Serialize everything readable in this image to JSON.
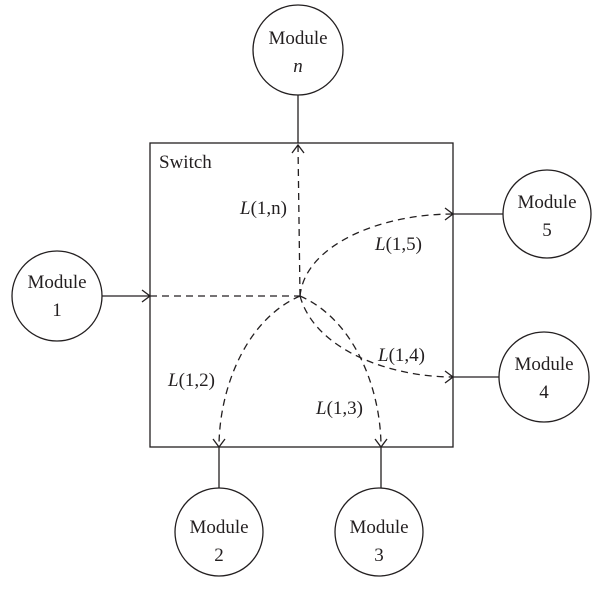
{
  "switch": {
    "label": "Switch"
  },
  "modules": [
    {
      "id": "1",
      "line1": "Module",
      "line2": "1"
    },
    {
      "id": "2",
      "line1": "Module",
      "line2": "2"
    },
    {
      "id": "3",
      "line1": "Module",
      "line2": "3"
    },
    {
      "id": "4",
      "line1": "Module",
      "line2": "4"
    },
    {
      "id": "5",
      "line1": "Module",
      "line2": "5"
    },
    {
      "id": "n",
      "line1": "Module",
      "line2": "n"
    }
  ],
  "links": [
    {
      "target": "n",
      "fn": "L",
      "args": "(1,n)"
    },
    {
      "target": "5",
      "fn": "L",
      "args": "(1,5)"
    },
    {
      "target": "4",
      "fn": "L",
      "args": "(1,4)"
    },
    {
      "target": "3",
      "fn": "L",
      "args": "(1,3)"
    },
    {
      "target": "2",
      "fn": "L",
      "args": "(1,2)"
    }
  ]
}
